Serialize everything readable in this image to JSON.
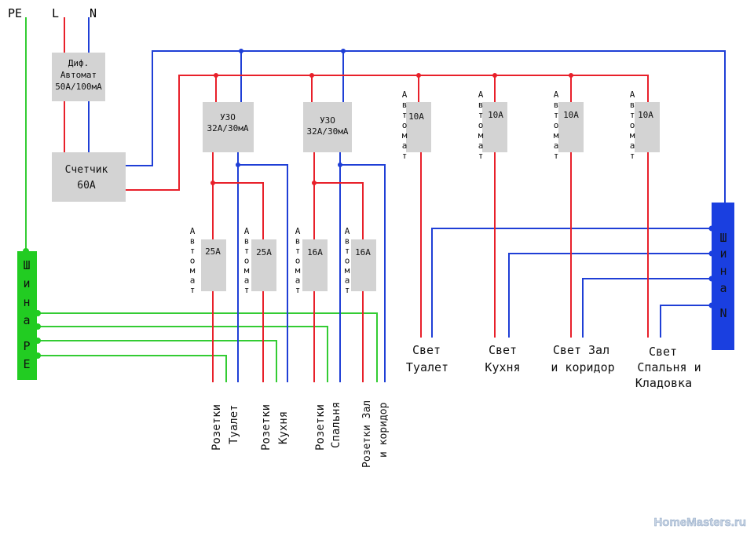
{
  "supply": {
    "pe": "PE",
    "l": "L",
    "n": "N"
  },
  "rcbo": {
    "line1": "Диф.",
    "line2": "Автомат",
    "line3": "50А/100мА"
  },
  "meter": {
    "line1": "Счетчик",
    "line2": "60А"
  },
  "rcd": [
    {
      "title": "УЗО",
      "rating": "32А/30мА"
    },
    {
      "title": "УЗО",
      "rating": "32А/30мА"
    }
  ],
  "breaker_word": [
    "А",
    "в",
    "т",
    "о",
    "м",
    "а",
    "т"
  ],
  "light_breakers": [
    {
      "rating": "10А",
      "label": [
        "Свет",
        "Туалет"
      ]
    },
    {
      "rating": "10А",
      "label": [
        "Свет",
        "Кухня"
      ]
    },
    {
      "rating": "10А",
      "label": [
        "Свет Зал",
        "и коридор"
      ]
    },
    {
      "rating": "10А",
      "label": [
        "Свет",
        "Спальня и",
        "Кладовка"
      ]
    }
  ],
  "socket_breakers": [
    {
      "rating": "25А",
      "label": [
        "Розетки",
        "Туалет"
      ]
    },
    {
      "rating": "25А",
      "label": [
        "Розетки",
        "Кухня"
      ]
    },
    {
      "rating": "16А",
      "label": [
        "Розетки",
        "Спальня"
      ]
    },
    {
      "rating": "16А",
      "label": [
        "Розетки Зал",
        "и коридор"
      ]
    }
  ],
  "bus_pe": [
    "Ш",
    "и",
    "н",
    "а",
    "Р",
    "Е"
  ],
  "bus_n": [
    "Ш",
    "и",
    "н",
    "а",
    "N"
  ],
  "watermark": "HomeMasters.ru",
  "colors": {
    "phase": "#e8202a",
    "neutral": "#1f3fd6",
    "earth": "#33cc33",
    "box": "#d3d3d3",
    "busN": "#1a3fe0",
    "busPE": "#22cc22"
  }
}
